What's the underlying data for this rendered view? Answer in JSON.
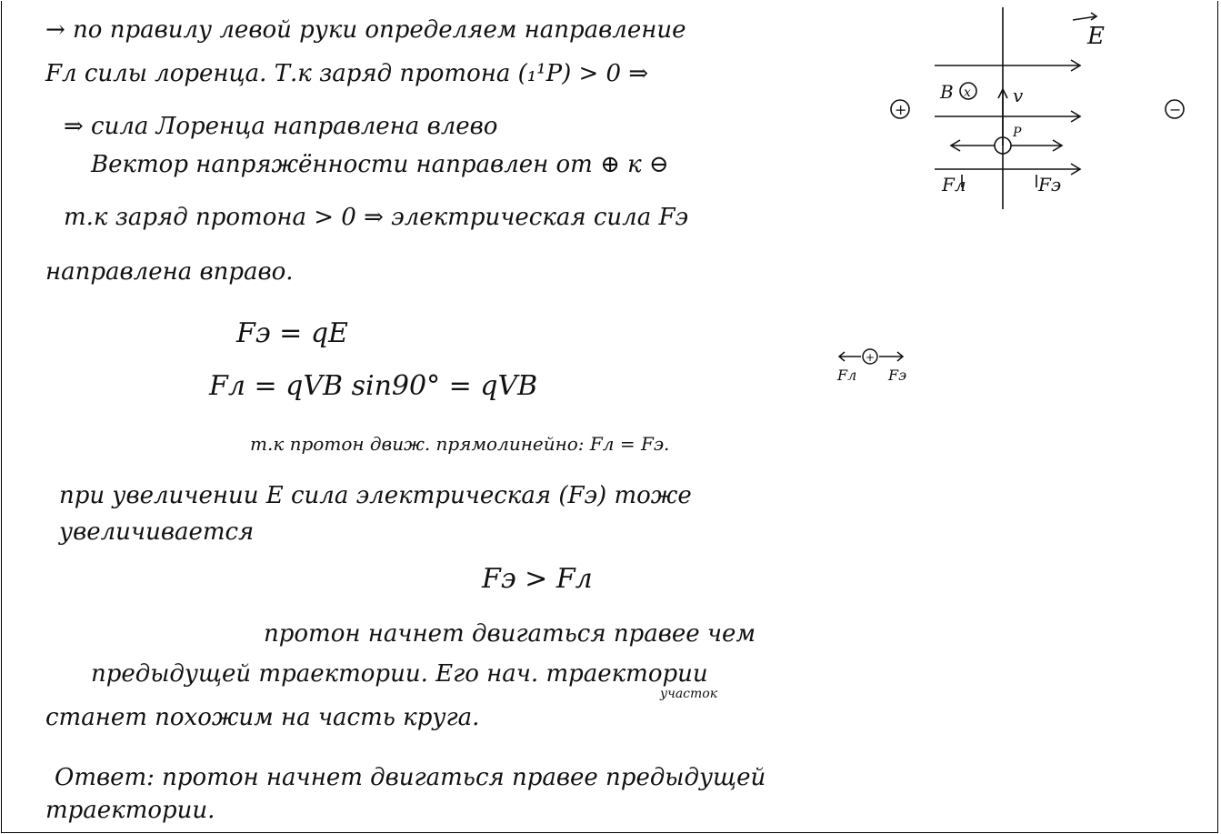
{
  "lines": [
    "→ по правилу левой руки определяем направление",
    "Fл силы лоренца.   Т.к   заряд протона (₁¹P) > 0 ⇒",
    "⇒  сила Лоренца направлена влево",
    "Вектор напряжённости направлен от ⊕ к ⊖",
    "т.к  заряд протона > 0 ⇒ электрическая сила Fэ",
    "направлена вправо.",
    "Fэ =  qE",
    "Fл = qVB sin90° = qVB",
    "т.к протон движ. прямолинейно: Fл = Fэ.",
    "при увеличении  E  сила электрическая (Fэ) тоже",
    "увеличивается",
    "Fэ > Fл",
    "протон начнет двигаться правее чем",
    "предыдущей траектории.  Его нач. траектории",
    "участок",
    "станет похожим на часть круга.",
    "Ответ: протон начнет двигаться правее предыдущей",
    "траектории."
  ],
  "diagram": {
    "plus": "+",
    "minus": "−",
    "e_label": "E",
    "b_label": "B",
    "b_cross": "x",
    "v_label": "v",
    "p_label": "P",
    "fl_label": "Fл",
    "fe_label": "Fэ"
  },
  "mini_diagram": {
    "fl_label": "Fл",
    "fe_label": "Fэ",
    "plus": "+"
  }
}
